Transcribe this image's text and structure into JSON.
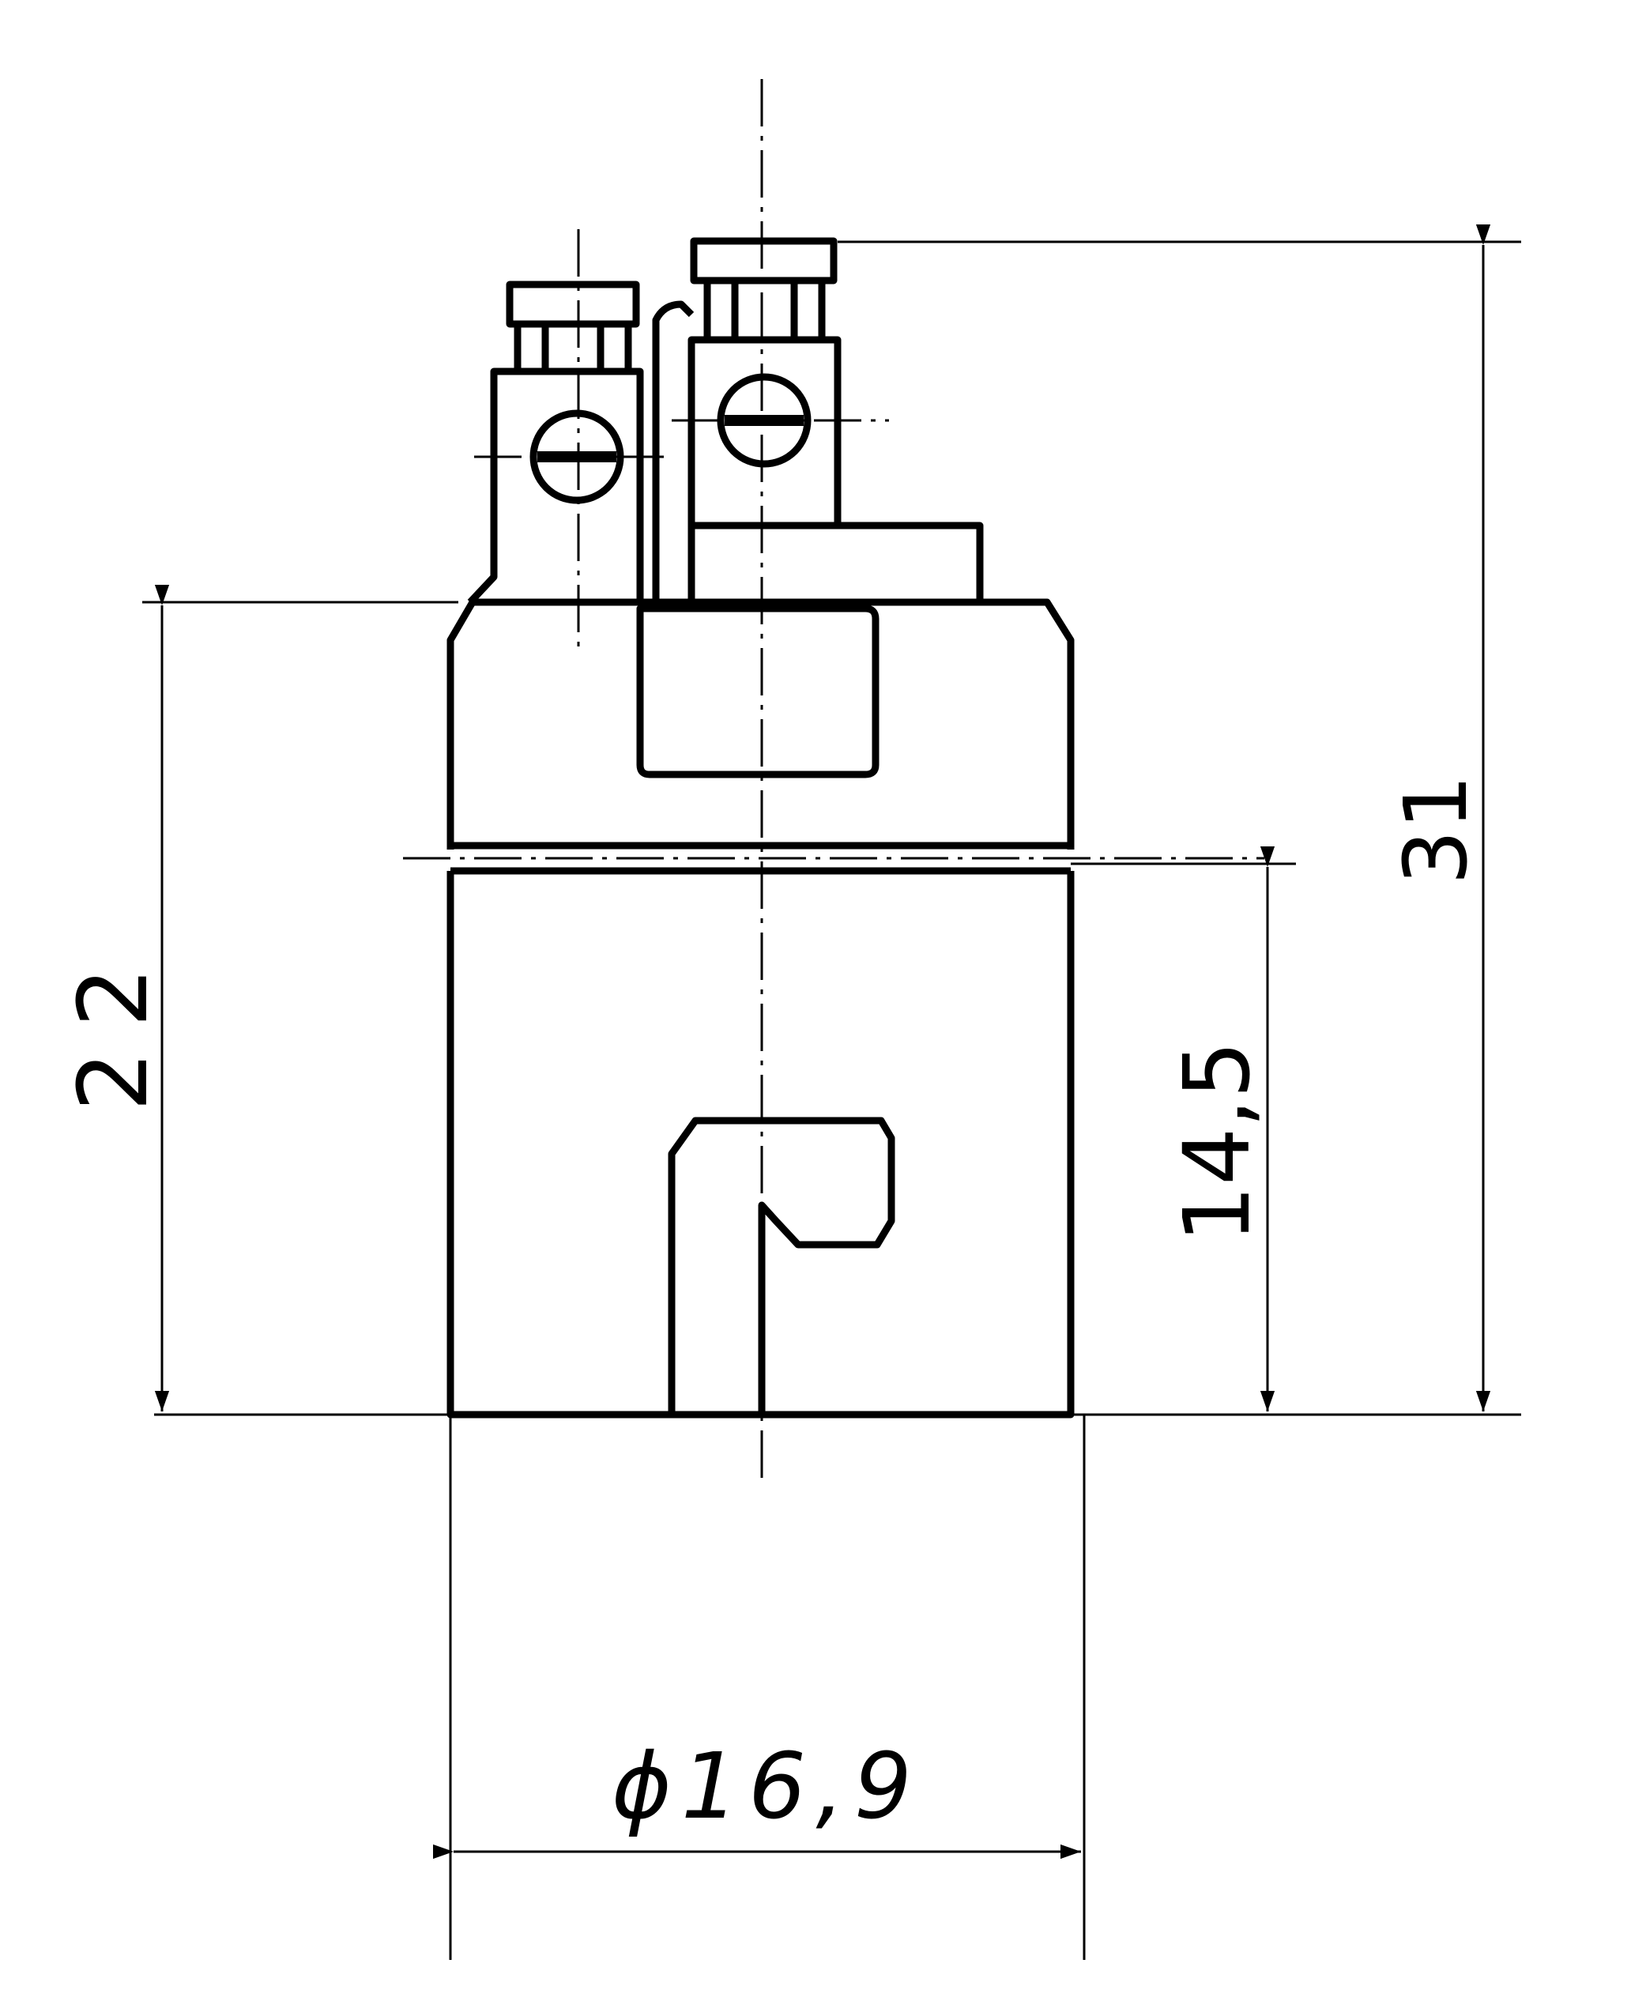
{
  "drawing": {
    "dimensions": {
      "total_height": "31",
      "body_height": "22",
      "slot_height": "14,5",
      "diameter": "ϕ16,9"
    },
    "colors": {
      "ink": "#000000",
      "paper": "#ffffff"
    }
  }
}
